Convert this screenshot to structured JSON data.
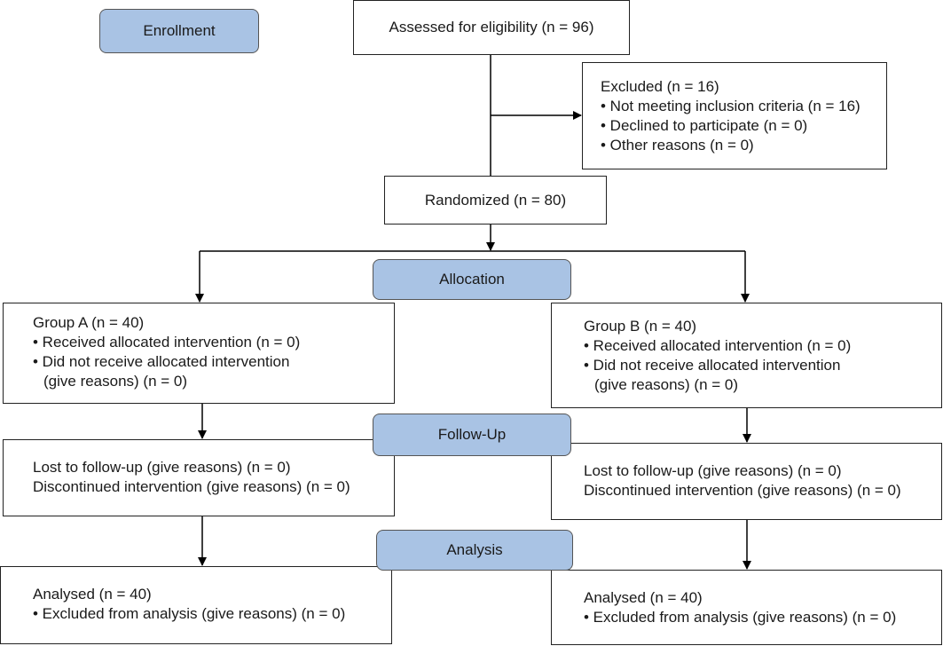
{
  "stages": {
    "enrollment": "Enrollment",
    "allocation": "Allocation",
    "follow_up": "Follow-Up",
    "analysis": "Analysis"
  },
  "assessed": "Assessed for eligibility (n = 96)",
  "excluded": {
    "title": "Excluded (n = 16)",
    "items": [
      "• Not meeting inclusion criteria (n = 16)",
      "• Declined to participate (n = 0)",
      "• Other reasons (n = 0)"
    ]
  },
  "randomized": "Randomized (n = 80)",
  "group_a": {
    "allocation": {
      "title": "Group A (n = 40)",
      "lines": [
        "• Received allocated intervention (n = 0)",
        "• Did not receive allocated intervention",
        "(give reasons) (n = 0)"
      ]
    },
    "follow_up": [
      "Lost to follow-up (give reasons) (n = 0)",
      "Discontinued intervention (give reasons) (n = 0)"
    ],
    "analysis": {
      "title": "Analysed (n = 40)",
      "line": "• Excluded from analysis (give reasons) (n = 0)"
    }
  },
  "group_b": {
    "allocation": {
      "title": "Group B (n = 40)",
      "lines": [
        "• Received allocated intervention (n = 0)",
        "• Did not receive allocated intervention",
        "(give reasons) (n = 0)"
      ]
    },
    "follow_up": [
      "Lost to follow-up (give reasons) (n = 0)",
      "Discontinued intervention (give reasons) (n = 0)"
    ],
    "analysis": {
      "title": "Analysed (n = 40)",
      "line": "• Excluded from analysis (give reasons) (n = 0)"
    }
  },
  "colors": {
    "stage_fill": "#a9c3e4",
    "border": "#222222",
    "line": "#000000"
  }
}
